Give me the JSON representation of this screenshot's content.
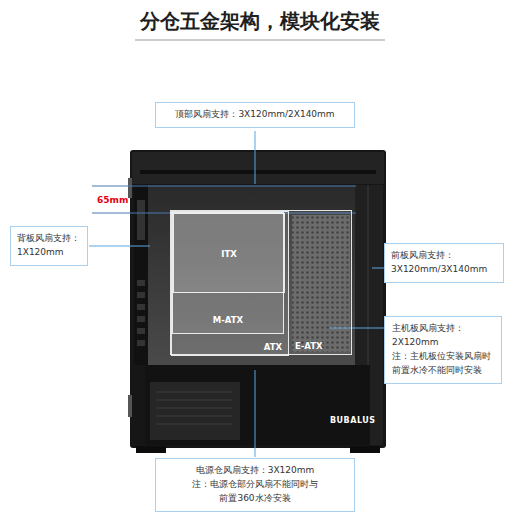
{
  "diagram": {
    "title": "分仓五金架构，模块化安装",
    "nodes": [
      {
        "text": [
          "顶部风扇支持：3X120mm/2X140mm"
        ]
      },
      {
        "text": [
          "背板风扇支持：1X120mm"
        ]
      },
      {
        "text": [
          "E-ATX"
        ]
      },
      {
        "text": [
          "ATX"
        ],
        "in": 2
      },
      {
        "text": [
          "M-ATX"
        ],
        "in": 3
      },
      {
        "text": [
          "ITX"
        ],
        "in": 4
      },
      {
        "text": [
          "前板风扇支持：3X120mm/3X140mm"
        ]
      },
      {
        "text": [
          "主机板风扇支持：2X120mm",
          "注：主机板位安装风扇时前置水冷不能同时安装"
        ]
      },
      {
        "text": [
          "电源仓风扇支持：3X120mm",
          "注：电源仓部分风扇不能同时与前置360水冷安装"
        ]
      }
    ],
    "labels": [
      "65mm",
      "BUBALUS"
    ]
  }
}
